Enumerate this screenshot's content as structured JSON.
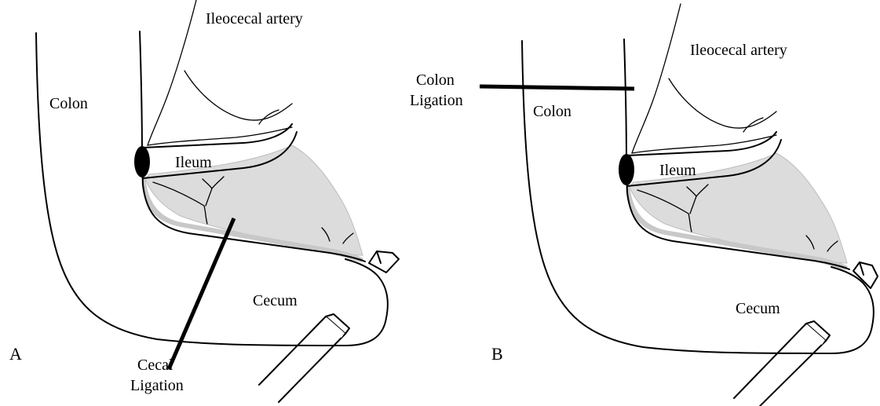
{
  "figure": {
    "panels": [
      {
        "letter": "A",
        "labels": {
          "ileocecal_artery": "Ileocecal artery",
          "colon": "Colon",
          "ileum": "Ileum",
          "cecum": "Cecum",
          "ligation_line1": "Cecal",
          "ligation_line2": "Ligation"
        }
      },
      {
        "letter": "B",
        "labels": {
          "ileocecal_artery": "Ileocecal artery",
          "colon": "Colon",
          "ileum": "Ileum",
          "cecum": "Cecum",
          "ligation_line1": "Colon",
          "ligation_line2": "Ligation"
        }
      }
    ]
  }
}
